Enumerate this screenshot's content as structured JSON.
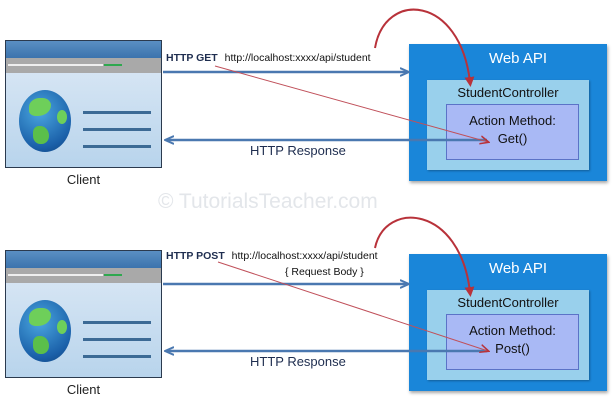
{
  "watermark": "© TutorialsTeacher.com",
  "colors": {
    "web_api_bg": "#1a86d9",
    "controller_bg": "#99d0ec",
    "action_bg": "#a9b9f5",
    "arrow_blue": "#4a78b0",
    "arrow_red": "#b8323a"
  },
  "panels": [
    {
      "client_label": "Client",
      "request_method": "HTTP  GET",
      "request_url": "http://localhost:xxxx/api/student",
      "request_body": "",
      "response_label": "HTTP Response",
      "web_api_title": "Web API",
      "controller_title": "StudentController",
      "action_title": "Action Method:",
      "action_method": "Get()"
    },
    {
      "client_label": "Client",
      "request_method": "HTTP  POST",
      "request_url": "http://localhost:xxxx/api/student",
      "request_body": "{ Request Body }",
      "response_label": "HTTP Response",
      "web_api_title": "Web API",
      "controller_title": "StudentController",
      "action_title": "Action Method:",
      "action_method": "Post()"
    }
  ]
}
